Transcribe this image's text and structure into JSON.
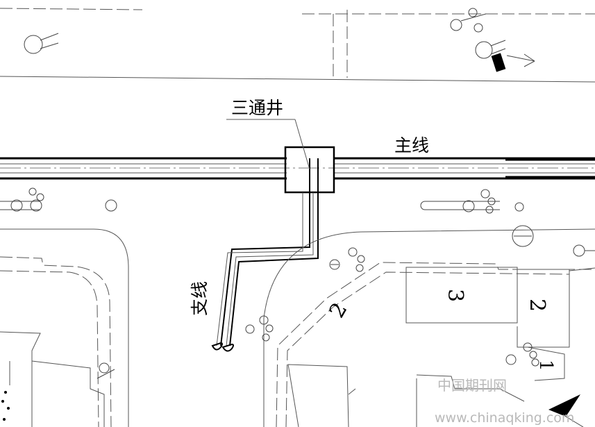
{
  "labels": {
    "junction_well": "三通井",
    "main_line": "主线",
    "branch_line": "支线"
  },
  "lot_numbers": {
    "lot_a": "2",
    "lot_b": "3",
    "lot_c": "2",
    "lot_d": "1"
  },
  "watermark": {
    "site_name": "中国期刊网",
    "url": "www.chinaqking.com"
  },
  "colors": {
    "pipe": "#000000",
    "linework": "#555555",
    "marker_green": "#3c8f5a",
    "watermark": "#b9b9b9"
  }
}
